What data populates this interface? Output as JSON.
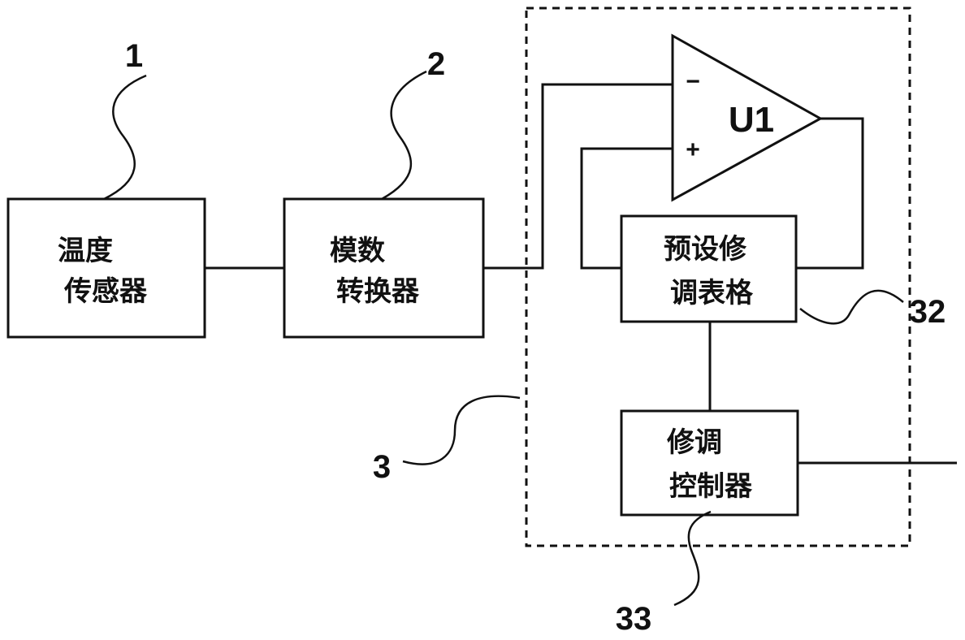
{
  "blocks": {
    "temp_sensor": {
      "line1": "温度",
      "line2": "传感器"
    },
    "adc": {
      "line1": "模数",
      "line2": "转换器"
    },
    "table": {
      "line1": "预设修",
      "line2": "调表格"
    },
    "controller": {
      "line1": "修调",
      "line2": "控制器"
    }
  },
  "opamp": {
    "label": "U1",
    "minus": "−",
    "plus": "+"
  },
  "reference_numerals": {
    "sensor": "1",
    "adc": "2",
    "module": "3",
    "table": "32",
    "controller": "33"
  }
}
